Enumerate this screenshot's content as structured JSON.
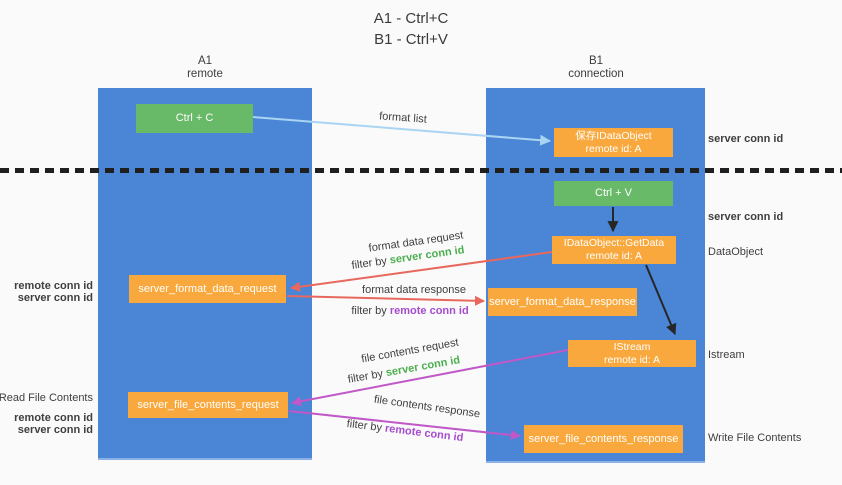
{
  "title": {
    "line1": "A1 - Ctrl+C",
    "line2": "B1 - Ctrl+V"
  },
  "left_column": {
    "name": "A1",
    "role": "remote"
  },
  "right_column": {
    "name": "B1",
    "role": "connection"
  },
  "boxes": {
    "ctrl_c": "Ctrl + C",
    "ctrl_v": "Ctrl + V",
    "save_dataobject_line1": "保存IDataObject",
    "save_dataobject_line2": "remote id: A",
    "getdata_line1": "IDataObject::GetData",
    "getdata_line2": "remote id: A",
    "istream_line1": "IStream",
    "istream_line2": "remote id: A",
    "format_request": "server_format_data_request",
    "format_response": "server_format_data_response",
    "file_request": "server_file_contents_request",
    "file_response": "server_file_contents_response"
  },
  "arrow_labels": {
    "format_list": "format list",
    "format_data_request": "format data request",
    "format_data_response": "format data response",
    "file_contents_request": "file contents request",
    "file_contents_response": "file contents response",
    "filter_by": "filter by"
  },
  "ids": {
    "server_conn_id": "server conn id",
    "remote_conn_id": "remote conn id"
  },
  "side_labels": {
    "server_conn_id_top": "server conn id",
    "server_conn_id_mid": "server conn id",
    "dataobject": "DataObject",
    "istream": "Istream",
    "read_file_contents": "Read File Contents",
    "write_file_contents": "Write File Contents"
  },
  "colors": {
    "column_blue": "#4a85d6",
    "box_green": "#68b968",
    "box_orange": "#f8a83c",
    "green_id_text": "#4cae4f",
    "purple_id_text": "#a64ccf",
    "red_arrow": "#e8685e",
    "purple_arrow": "#c058c8",
    "light_blue_arrow": "#a9d5f2",
    "black_arrow": "#262626"
  }
}
